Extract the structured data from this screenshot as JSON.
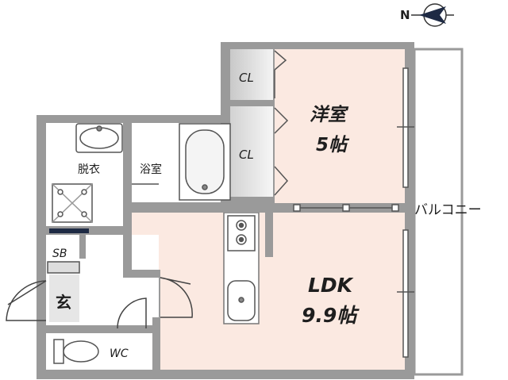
{
  "colors": {
    "wall": "#9a9a9a",
    "wall_dark": "#7d7d7d",
    "room_living": "#fbe9e1",
    "room_wet": "#ffffff",
    "closet_gradient_from": "#d0d0d0",
    "closet_gradient_to": "#f2f2f2",
    "fixture_stroke": "#555555",
    "balcony_line": "#9a9a9a"
  },
  "compass": {
    "label": "N",
    "icon": "compass-arrow-icon"
  },
  "rooms": {
    "western_room": {
      "name": "洋室",
      "size": "5帖"
    },
    "ldk": {
      "name": "LDK",
      "size": "9.9帖"
    },
    "closet_top": "CL",
    "closet_mid": "CL",
    "washroom": "脱衣",
    "bathroom": "浴室",
    "shoe_box": "SB",
    "entrance": "玄",
    "toilet": "WC"
  },
  "balcony": {
    "label": "バルコニー"
  }
}
